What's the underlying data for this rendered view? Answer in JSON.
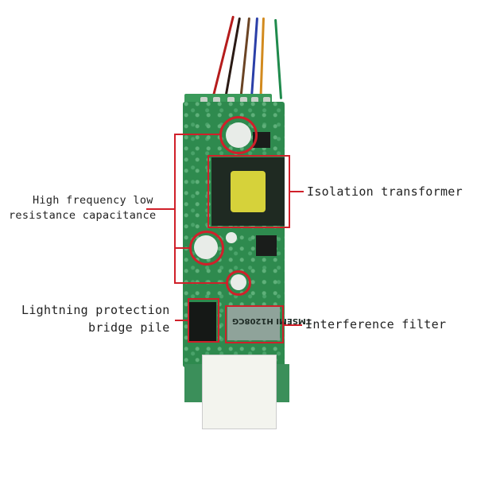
{
  "figure": {
    "type": "annotated product photo",
    "subject": "PoE module circuit board",
    "colors": {
      "annotation": "#d0202a",
      "pcb": "#2e8a4e",
      "transformer_core": "#d6d23a",
      "text": "#222222"
    }
  },
  "annotations": {
    "capacitance": {
      "line1": "High frequency low",
      "line2": "resistance capacitance"
    },
    "transformer": {
      "label": "Isolation transformer"
    },
    "lightning": {
      "line1": "Lightning protection",
      "line2": "bridge pile"
    },
    "filter": {
      "label": "Interference filter"
    }
  },
  "component_markings": {
    "filter_chip": "TMSEMI H1208CG"
  },
  "wires": [
    "red",
    "black",
    "brown",
    "blue",
    "orange",
    "green"
  ]
}
